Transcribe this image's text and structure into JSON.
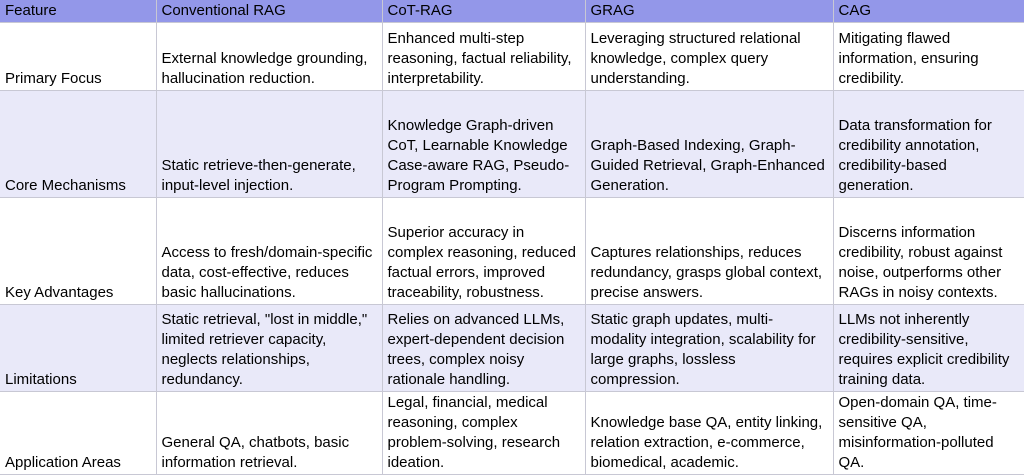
{
  "colors": {
    "header_bg": "#9397e9",
    "row_odd_bg": "#ffffff",
    "row_even_bg": "#e9e9f9",
    "border": "#c8c8d4"
  },
  "table": {
    "headers": [
      "Feature",
      "Conventional RAG",
      "CoT-RAG",
      "GRAG",
      "CAG"
    ],
    "rows": [
      {
        "feature": "Primary Focus",
        "cells": [
          "External knowledge grounding, hallucination reduction.",
          "Enhanced multi-step reasoning, factual reliability, interpretability.",
          "Leveraging structured relational knowledge, complex query understanding.",
          "Mitigating flawed information, ensuring credibility."
        ]
      },
      {
        "feature": "Core Mechanisms",
        "cells": [
          "Static retrieve-then-generate, input-level injection.",
          "Knowledge Graph-driven CoT, Learnable Knowledge Case-aware RAG, Pseudo-Program Prompting.",
          "Graph-Based Indexing, Graph-Guided Retrieval, Graph-Enhanced Generation.",
          "Data transformation for credibility annotation, credibility-based generation."
        ]
      },
      {
        "feature": "Key Advantages",
        "cells": [
          "Access to fresh/domain-specific data, cost-effective, reduces basic hallucinations.",
          "Superior accuracy in complex reasoning, reduced factual errors, improved traceability, robustness.",
          "Captures relationships, reduces redundancy, grasps global context, precise answers.",
          "Discerns information credibility, robust against noise, outperforms other RAGs in noisy contexts."
        ]
      },
      {
        "feature": "Limitations",
        "cells": [
          "Static retrieval, \"lost in middle,\" limited retriever capacity, neglects relationships, redundancy.",
          "Relies on advanced LLMs, expert-dependent decision trees, complex noisy rationale handling.",
          "Static graph updates, multi-modality integration, scalability for large graphs, lossless compression.",
          "LLMs not inherently credibility-sensitive, requires explicit credibility training data."
        ]
      },
      {
        "feature": "Application Areas",
        "cells": [
          "General QA, chatbots, basic information retrieval.",
          "Legal, financial, medical reasoning, complex problem-solving, research ideation.",
          "Knowledge base QA, entity linking, relation extraction, e-commerce, biomedical, academic.",
          "Open-domain QA, time-sensitive QA, misinformation-polluted QA."
        ]
      }
    ]
  }
}
